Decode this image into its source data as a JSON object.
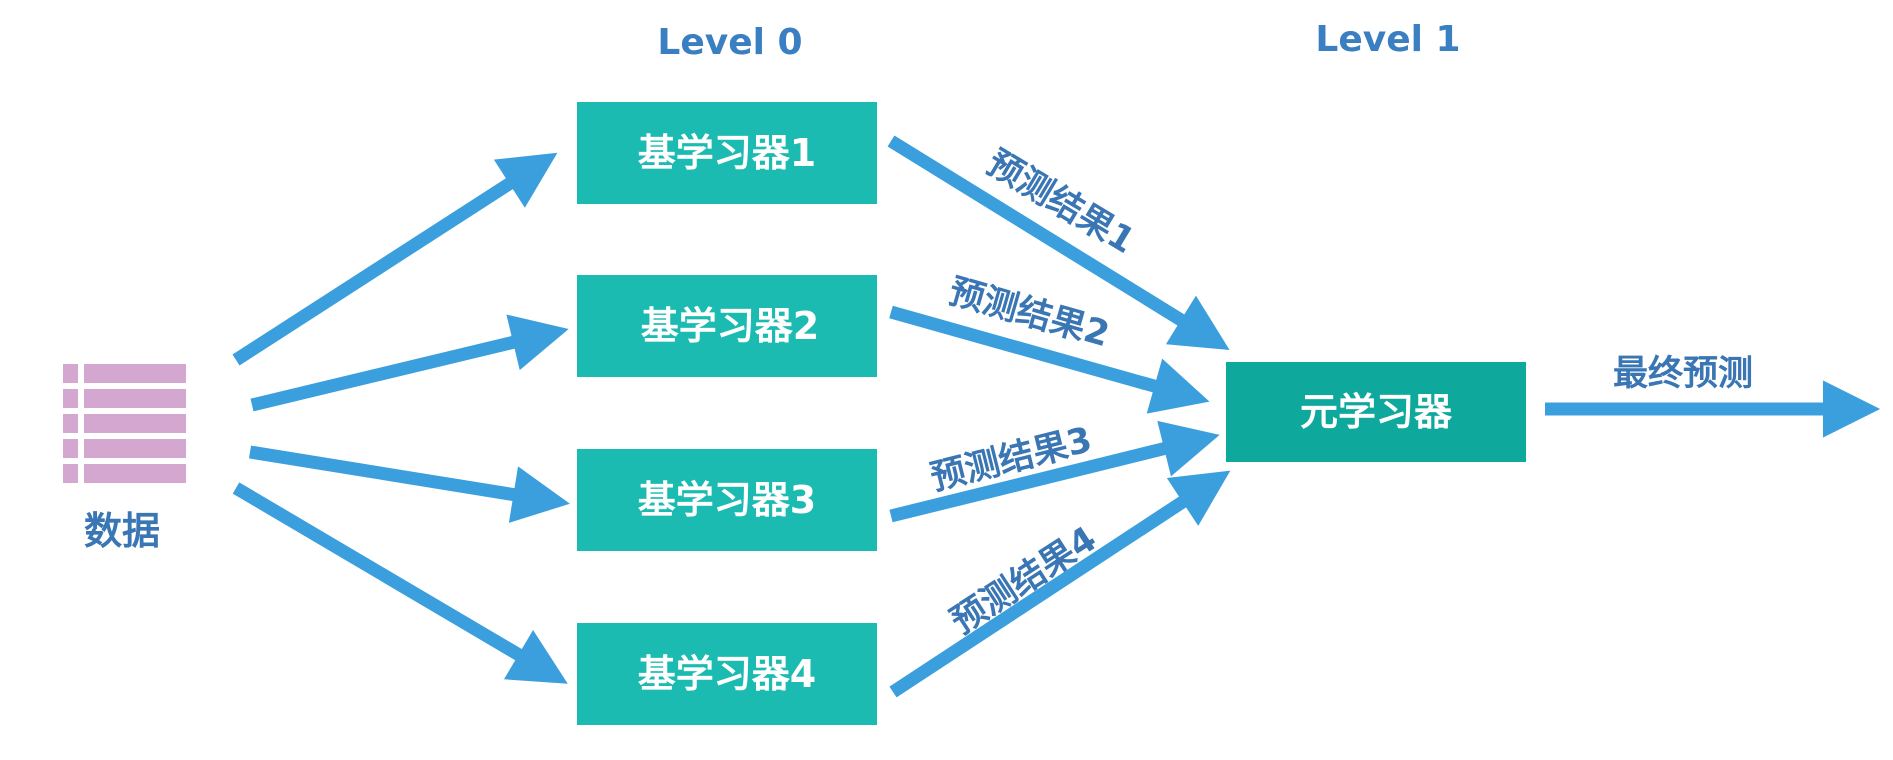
{
  "levels": {
    "level0": "Level 0",
    "level1": "Level 1"
  },
  "data_label": "数据",
  "data_icon": "table-icon",
  "base_learners": [
    {
      "label": "基学习器1"
    },
    {
      "label": "基学习器2"
    },
    {
      "label": "基学习器3"
    },
    {
      "label": "基学习器4"
    }
  ],
  "predictions": [
    {
      "label": "预测结果1"
    },
    {
      "label": "预测结果2"
    },
    {
      "label": "预测结果3"
    },
    {
      "label": "预测结果4"
    }
  ],
  "meta_learner": {
    "label": "元学习器"
  },
  "final_prediction": {
    "label": "最终预测"
  },
  "colors": {
    "box_teal": "#1bbbb1",
    "meta_teal": "#0ea89c",
    "arrow_blue": "#3b9fde",
    "text_blue": "#3a7fc1",
    "table_purple": "#d4a7d0"
  }
}
